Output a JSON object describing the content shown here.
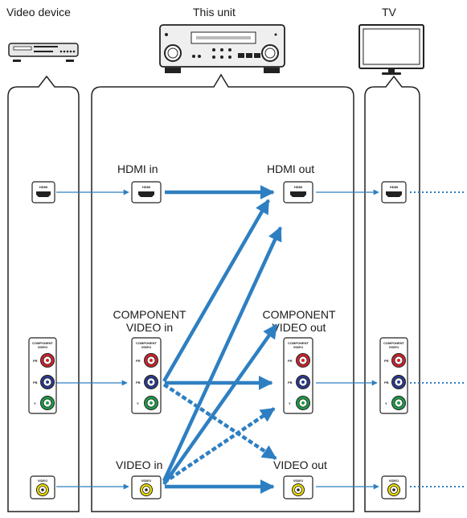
{
  "headers": {
    "video_device": "Video device",
    "this_unit": "This unit",
    "tv": "TV"
  },
  "labels": {
    "hdmi_in": "HDMI in",
    "hdmi_out": "HDMI out",
    "component_in_1": "COMPONENT",
    "component_in_2": "VIDEO in",
    "component_out_1": "COMPONENT",
    "component_out_2": "VIDEO out",
    "video_in": "VIDEO  in",
    "video_out": "VIDEO  out"
  },
  "jack_text": {
    "hdmi": "HDMI",
    "component": "COMPONENT",
    "video": "VIDEO",
    "pr": "PR",
    "pb": "PB",
    "y": "Y"
  },
  "colors": {
    "arrow": "#2e7fc1",
    "pr": "#d2232a",
    "pb": "#2b3990",
    "y": "#1e9e48",
    "video": "#f2e200"
  }
}
